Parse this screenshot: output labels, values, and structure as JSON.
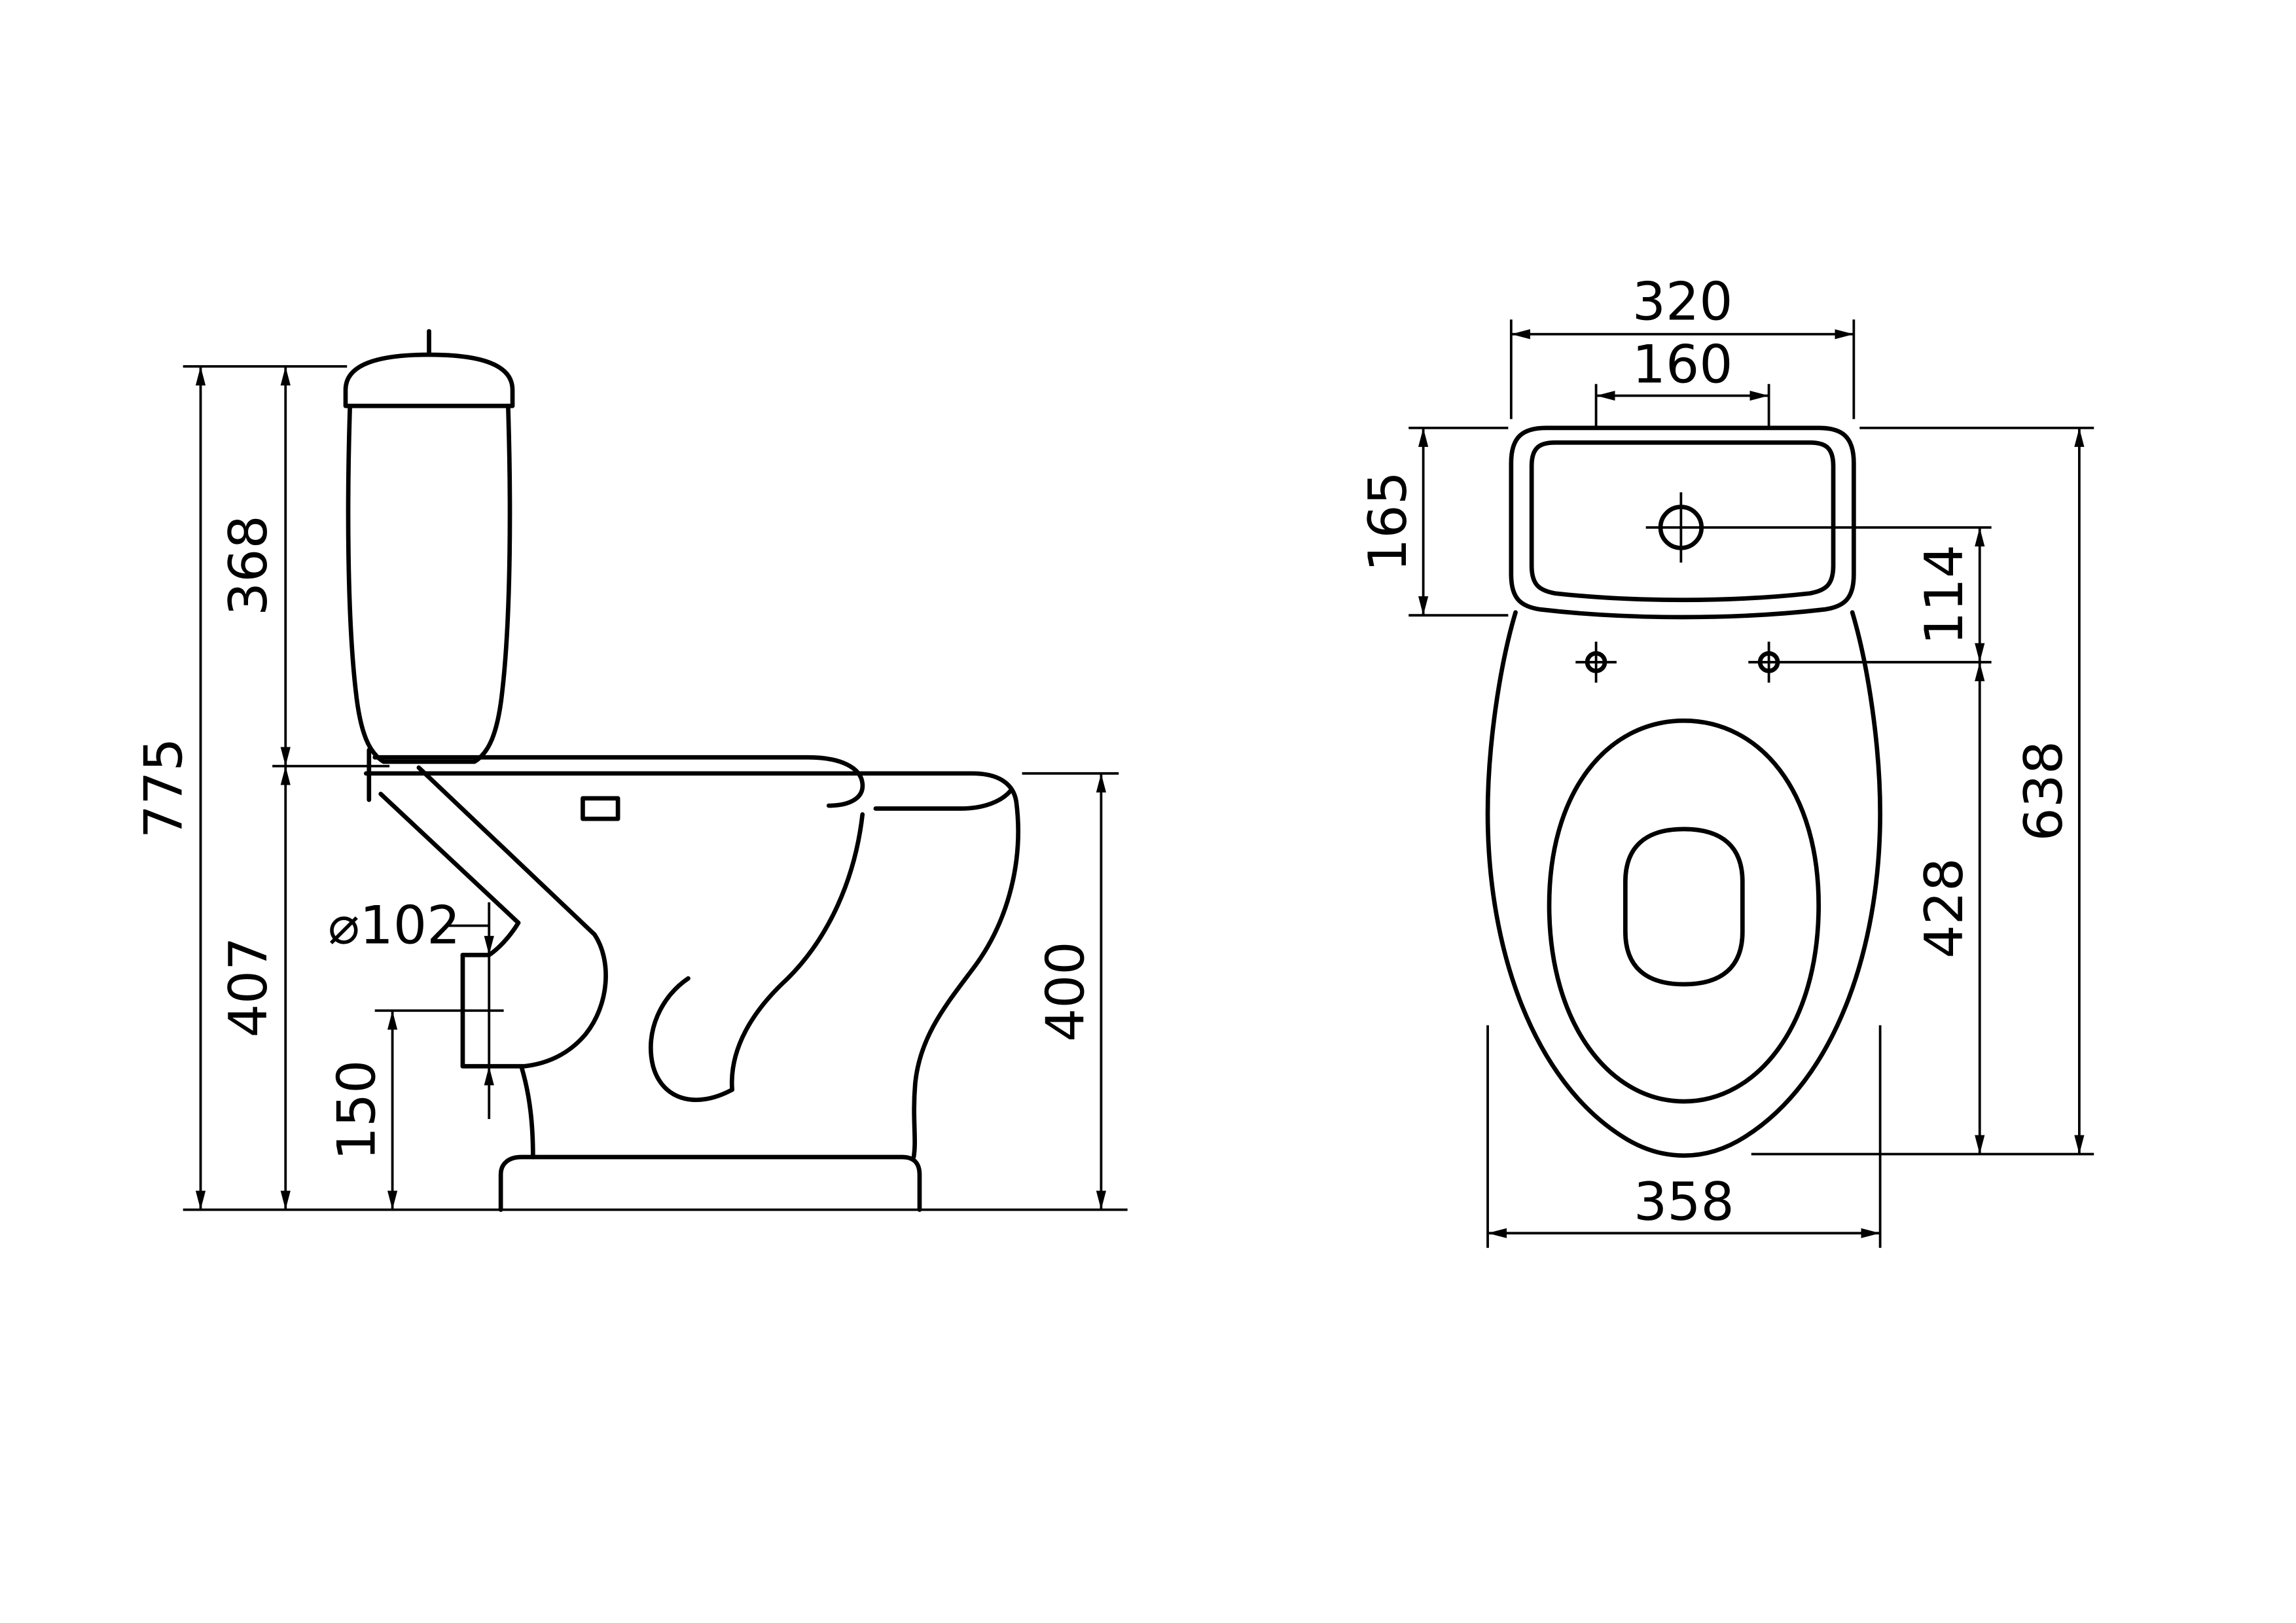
{
  "colors": {
    "line": "#000000",
    "background": "#ffffff"
  },
  "side_view": {
    "overall_height": "775",
    "cistern_height": "368",
    "bowl_section_height": "407",
    "outlet_center_height": "150",
    "outlet_diameter": "⌀102",
    "rim_height": "400"
  },
  "top_view": {
    "cistern_width": "320",
    "fixing_hole_spacing": "160",
    "cistern_depth": "165",
    "valve_to_hinge_offset": "114",
    "overall_depth": "638",
    "hinge_to_front_depth": "428",
    "bowl_width": "358"
  }
}
